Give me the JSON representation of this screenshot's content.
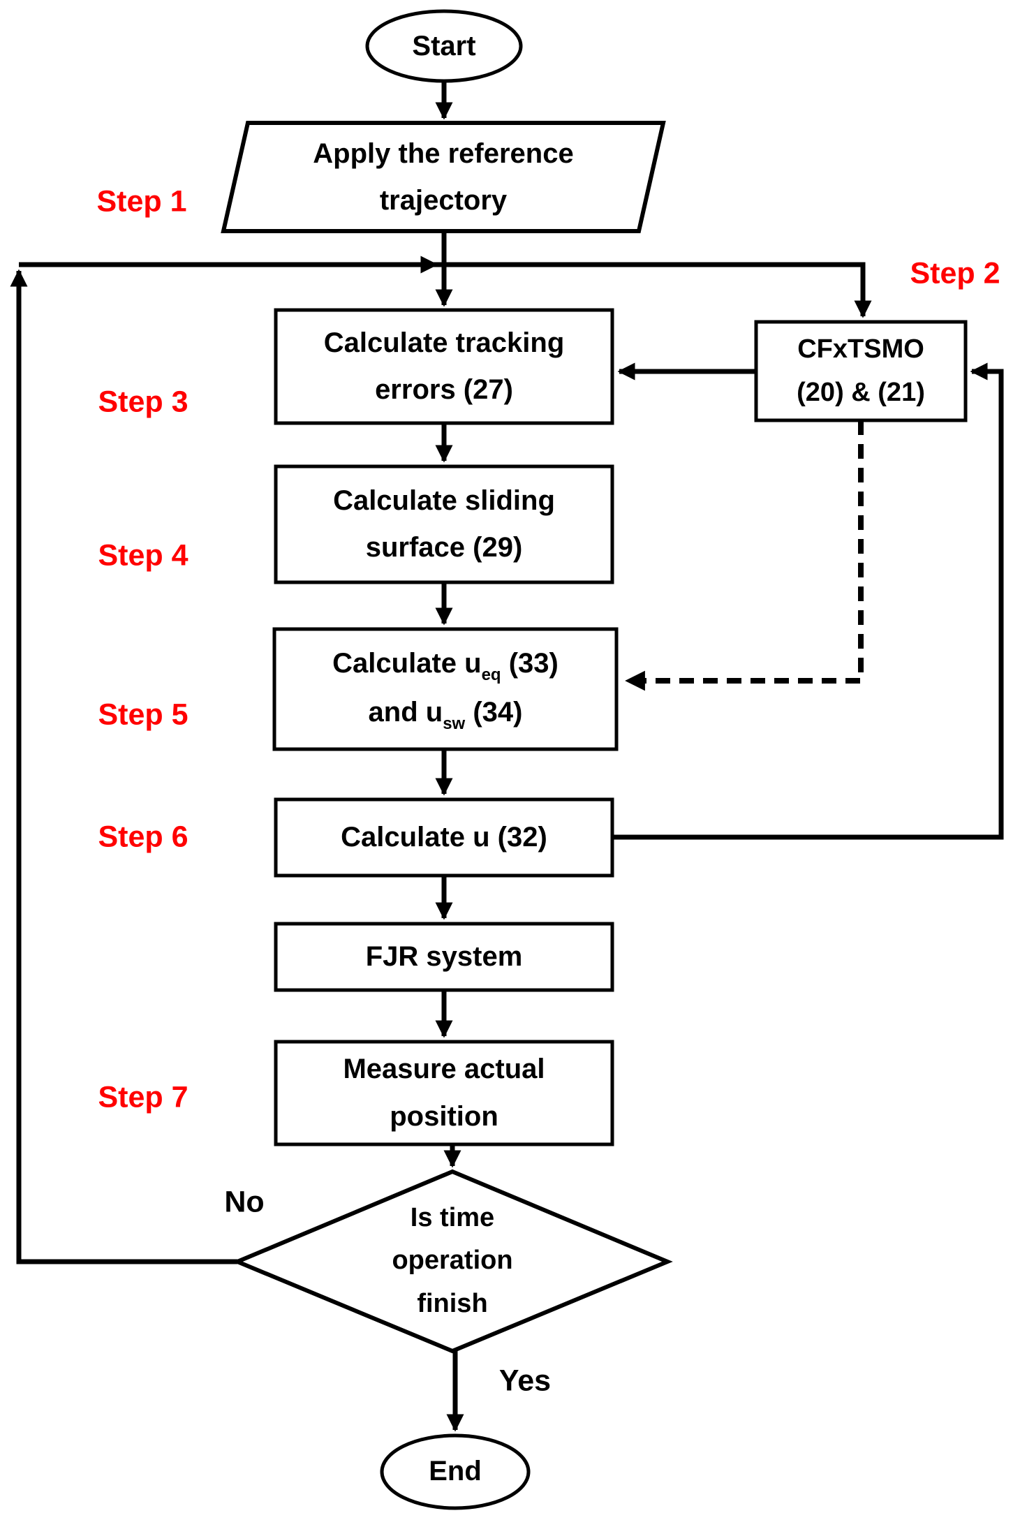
{
  "palette": {
    "line": "#000000",
    "step_color": "#FF0000",
    "background": "#FFFFFF"
  },
  "nodes": {
    "start": {
      "label": "Start"
    },
    "apply": {
      "line1": "Apply the reference",
      "line2": "trajectory"
    },
    "cfxtsmo": {
      "line1": "CFxTSMO",
      "line2": "(20) & (21)"
    },
    "tracking": {
      "line1": "Calculate tracking",
      "line2": "errors (27)"
    },
    "sliding": {
      "line1": "Calculate sliding",
      "line2": "surface (29)"
    },
    "ueq": {
      "line1_pre": "Calculate u",
      "line1_sub": "eq",
      "line1_post": " (33)",
      "line2_pre": "and u",
      "line2_sub": "sw",
      "line2_post": " (34)"
    },
    "calc_u": {
      "label": "Calculate u (32)"
    },
    "fjr": {
      "label": "FJR system"
    },
    "measure": {
      "line1": "Measure actual",
      "line2": "position"
    },
    "decision": {
      "line1": "Is time",
      "line2": "operation",
      "line3": "finish"
    },
    "end": {
      "label": "End"
    }
  },
  "steps": [
    {
      "label": "Step 1"
    },
    {
      "label": "Step 2"
    },
    {
      "label": "Step 3"
    },
    {
      "label": "Step 4"
    },
    {
      "label": "Step 5"
    },
    {
      "label": "Step 6"
    },
    {
      "label": "Step 7"
    }
  ],
  "branches": {
    "no": "No",
    "yes": "Yes"
  }
}
